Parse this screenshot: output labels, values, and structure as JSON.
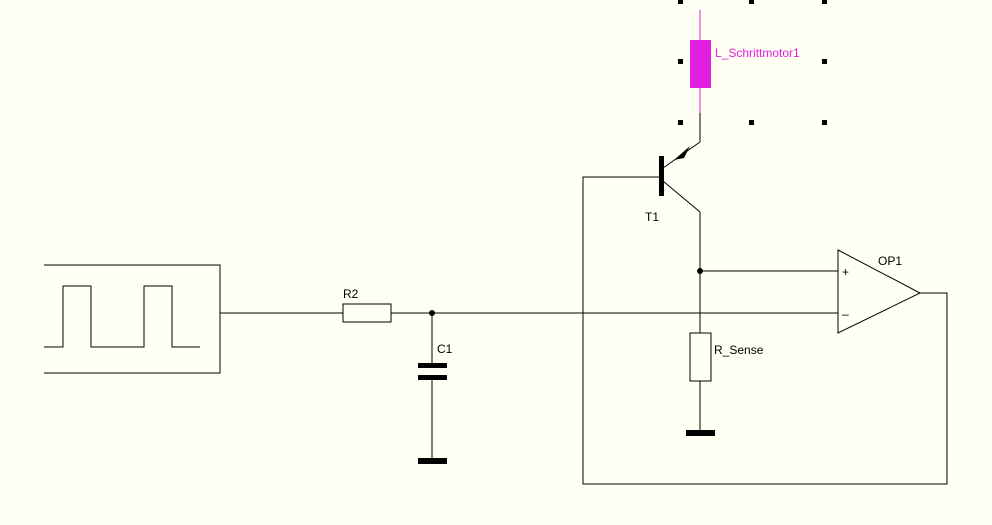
{
  "colors": {
    "background": "#fffff4",
    "wire": "#000000",
    "selected": "#e020e0"
  },
  "components": {
    "r2": {
      "label": "R2"
    },
    "c1": {
      "label": "C1"
    },
    "t1": {
      "label": "T1"
    },
    "r_sense": {
      "label": "R_Sense"
    },
    "op1": {
      "label": "OP1",
      "plus": "+",
      "minus": "–"
    },
    "l_motor": {
      "label": "L_Schrittmotor1",
      "selected": true
    }
  }
}
